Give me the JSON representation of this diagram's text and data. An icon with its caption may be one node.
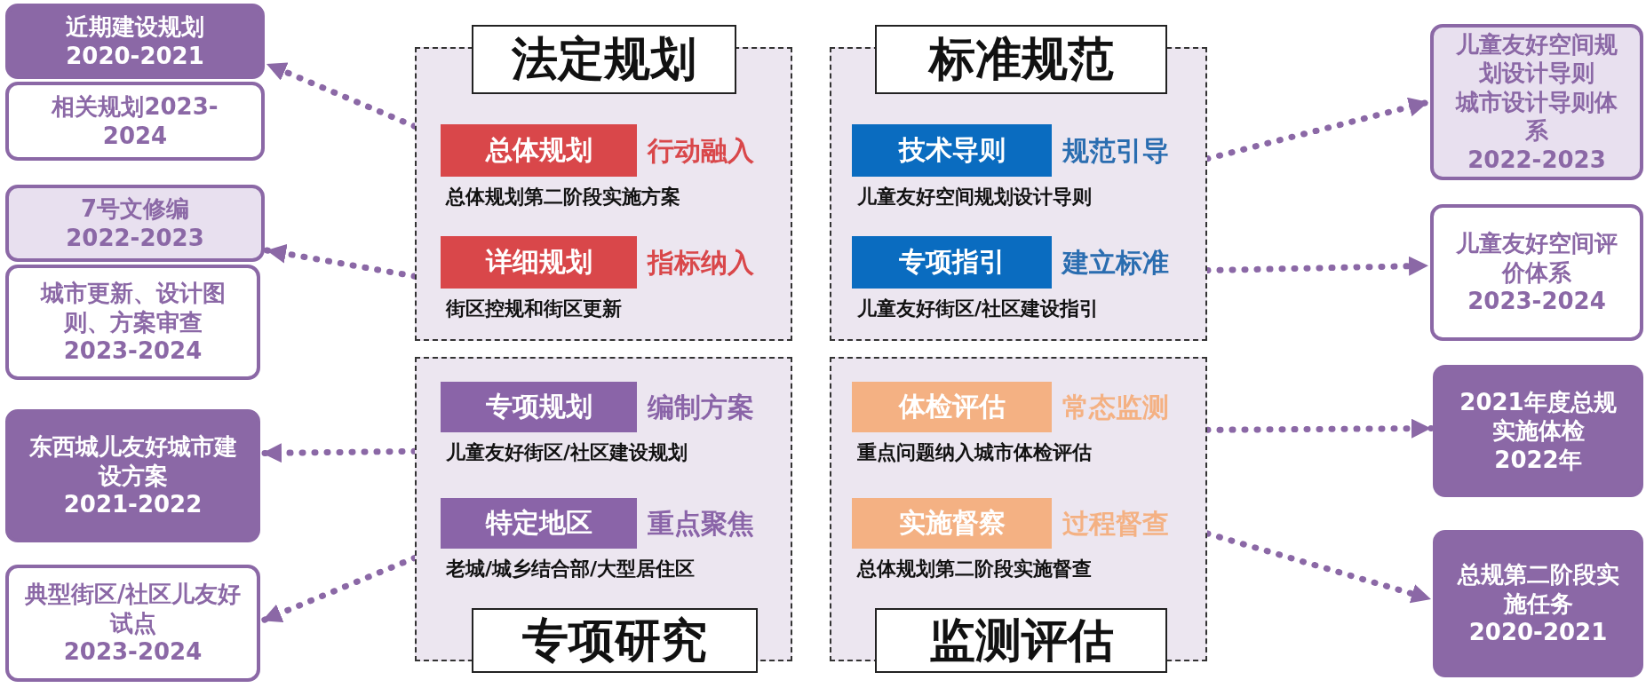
{
  "diagram": {
    "nodes": [
      {
        "text": [
          "近期建设规划",
          "2020-2021"
        ]
      },
      {
        "text": [
          "相关规划2023-2024"
        ]
      },
      {
        "text": [
          "7号文修编",
          "2022-2023"
        ]
      },
      {
        "text": [
          "城市更新、设计图则、方案审查",
          "2023-2024"
        ]
      },
      {
        "text": [
          "东西城儿友好城市建设方案",
          "2021-2022"
        ]
      },
      {
        "text": [
          "典型街区/社区儿友好试点",
          "2023-2024"
        ]
      },
      {
        "text": [
          "法定规划"
        ]
      },
      {
        "text": [
          "总体规划"
        ],
        "in": 6,
        "beside": [
          "行动融入",
          "总体规划第二阶段实施方案"
        ]
      },
      {
        "text": [
          "详细规划"
        ],
        "in": 6,
        "beside": [
          "指标纳入",
          "街区控规和街区更新"
        ]
      },
      {
        "text": [
          "标准规范"
        ]
      },
      {
        "text": [
          "技术导则"
        ],
        "in": 9,
        "beside": [
          "规范引导",
          "儿童友好空间规划设计导则"
        ]
      },
      {
        "text": [
          "专项指引"
        ],
        "in": 9,
        "beside": [
          "建立标准",
          "儿童友好街区/社区建设指引"
        ]
      },
      {
        "text": [
          "专项研究"
        ]
      },
      {
        "text": [
          "专项规划"
        ],
        "in": 12,
        "beside": [
          "编制方案",
          "儿童友好街区/社区建设规划"
        ]
      },
      {
        "text": [
          "特定地区"
        ],
        "in": 12,
        "beside": [
          "重点聚焦",
          "老城/城乡结合部/大型居住区"
        ]
      },
      {
        "text": [
          "监测评估"
        ]
      },
      {
        "text": [
          "体检评估"
        ],
        "in": 15,
        "beside": [
          "常态监测",
          "重点问题纳入城市体检评估"
        ]
      },
      {
        "text": [
          "实施督察"
        ],
        "in": 15,
        "beside": [
          "过程督查",
          "总体规划第二阶段实施督查"
        ]
      },
      {
        "text": [
          "儿童友好空间规划设计导则",
          "城市设计导则体系",
          "2022-2023"
        ]
      },
      {
        "text": [
          "儿童友好空间评价体系",
          "2023-2024"
        ]
      },
      {
        "text": [
          "2021年度总规实施体检",
          "2022年"
        ]
      },
      {
        "text": [
          "总规第二阶段实施任务",
          "2020-2021"
        ]
      }
    ],
    "edges": [
      {
        "from": 6,
        "to": 0,
        "arrow": "to"
      },
      {
        "from": 6,
        "to": 2,
        "arrow": "to"
      },
      {
        "from": 12,
        "to": 4,
        "arrow": "to"
      },
      {
        "from": 12,
        "to": 5,
        "arrow": "to"
      },
      {
        "from": 9,
        "to": 18,
        "arrow": "to"
      },
      {
        "from": 9,
        "to": 19,
        "arrow": "to"
      },
      {
        "from": 15,
        "to": 20,
        "arrow": "to"
      },
      {
        "from": 15,
        "to": 21,
        "arrow": "to"
      }
    ]
  }
}
